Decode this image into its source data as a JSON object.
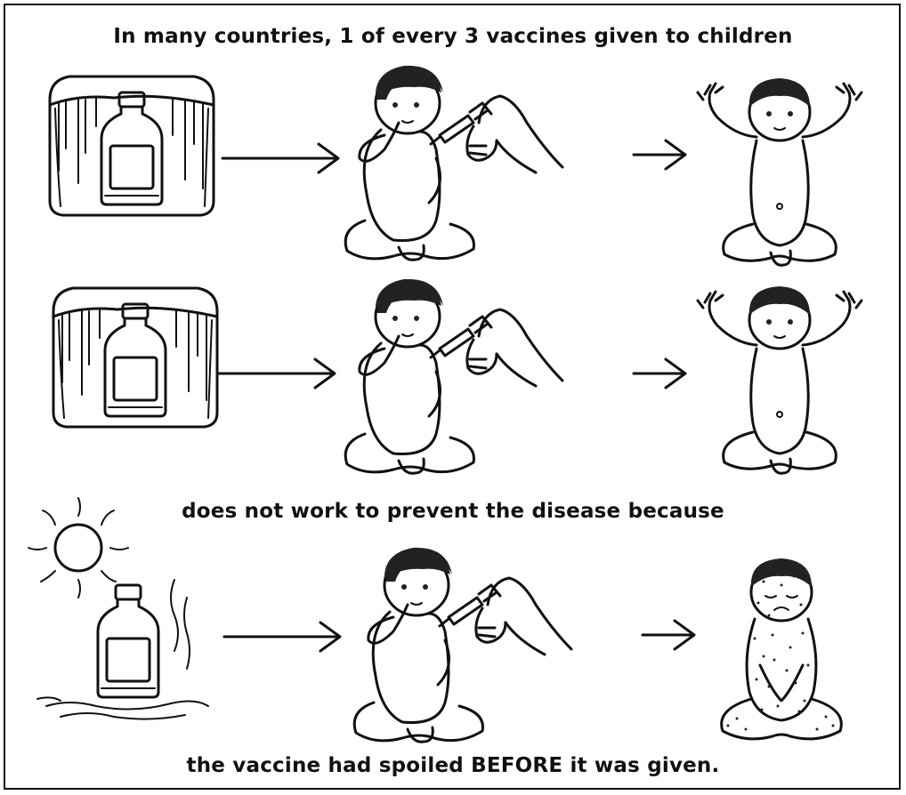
{
  "captions": {
    "top": "In many countries, 1 of every 3 vaccines given to children",
    "middle": "does not work to prevent the disease because",
    "bottom": "the vaccine had spoiled BEFORE it was given."
  },
  "rows": [
    {
      "storage": "ice",
      "outcome": "healthy"
    },
    {
      "storage": "ice",
      "outcome": "healthy"
    },
    {
      "storage": "heat",
      "outcome": "sick"
    }
  ]
}
